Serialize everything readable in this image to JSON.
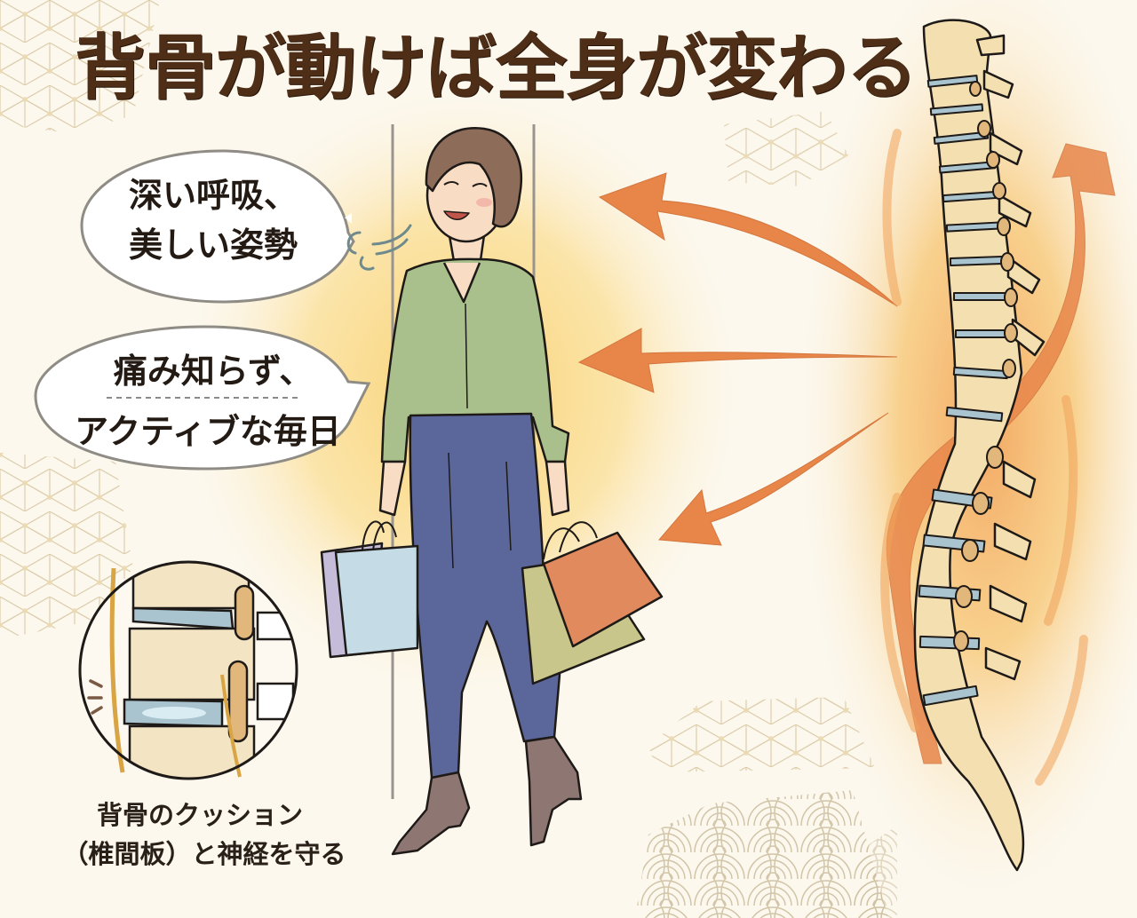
{
  "title": "背骨が動けば全身が変わる",
  "speech_bubbles": [
    {
      "lines": [
        "深い呼吸、",
        "美しい姿勢"
      ]
    },
    {
      "lines": [
        "痛み知らず、",
        "アクティブな毎日"
      ]
    }
  ],
  "inset_caption": {
    "lines": [
      "背骨のクッション",
      "（椎間板）と神経を守る"
    ]
  },
  "illustration": {
    "figure": "woman-walking-with-shopping-bags",
    "spine": "glowing-spine-side-view",
    "arrows_count": 4
  },
  "colors": {
    "background": "#fcf8ee",
    "title": "#4e2e17",
    "arrow": "#e8864a",
    "glow": "#f7c766",
    "blouse": "#a9c08c",
    "pants": "#5b679a",
    "bone": "#f3dfb0",
    "disc": "#a9c4cf",
    "pattern": "#d9c8a3"
  }
}
